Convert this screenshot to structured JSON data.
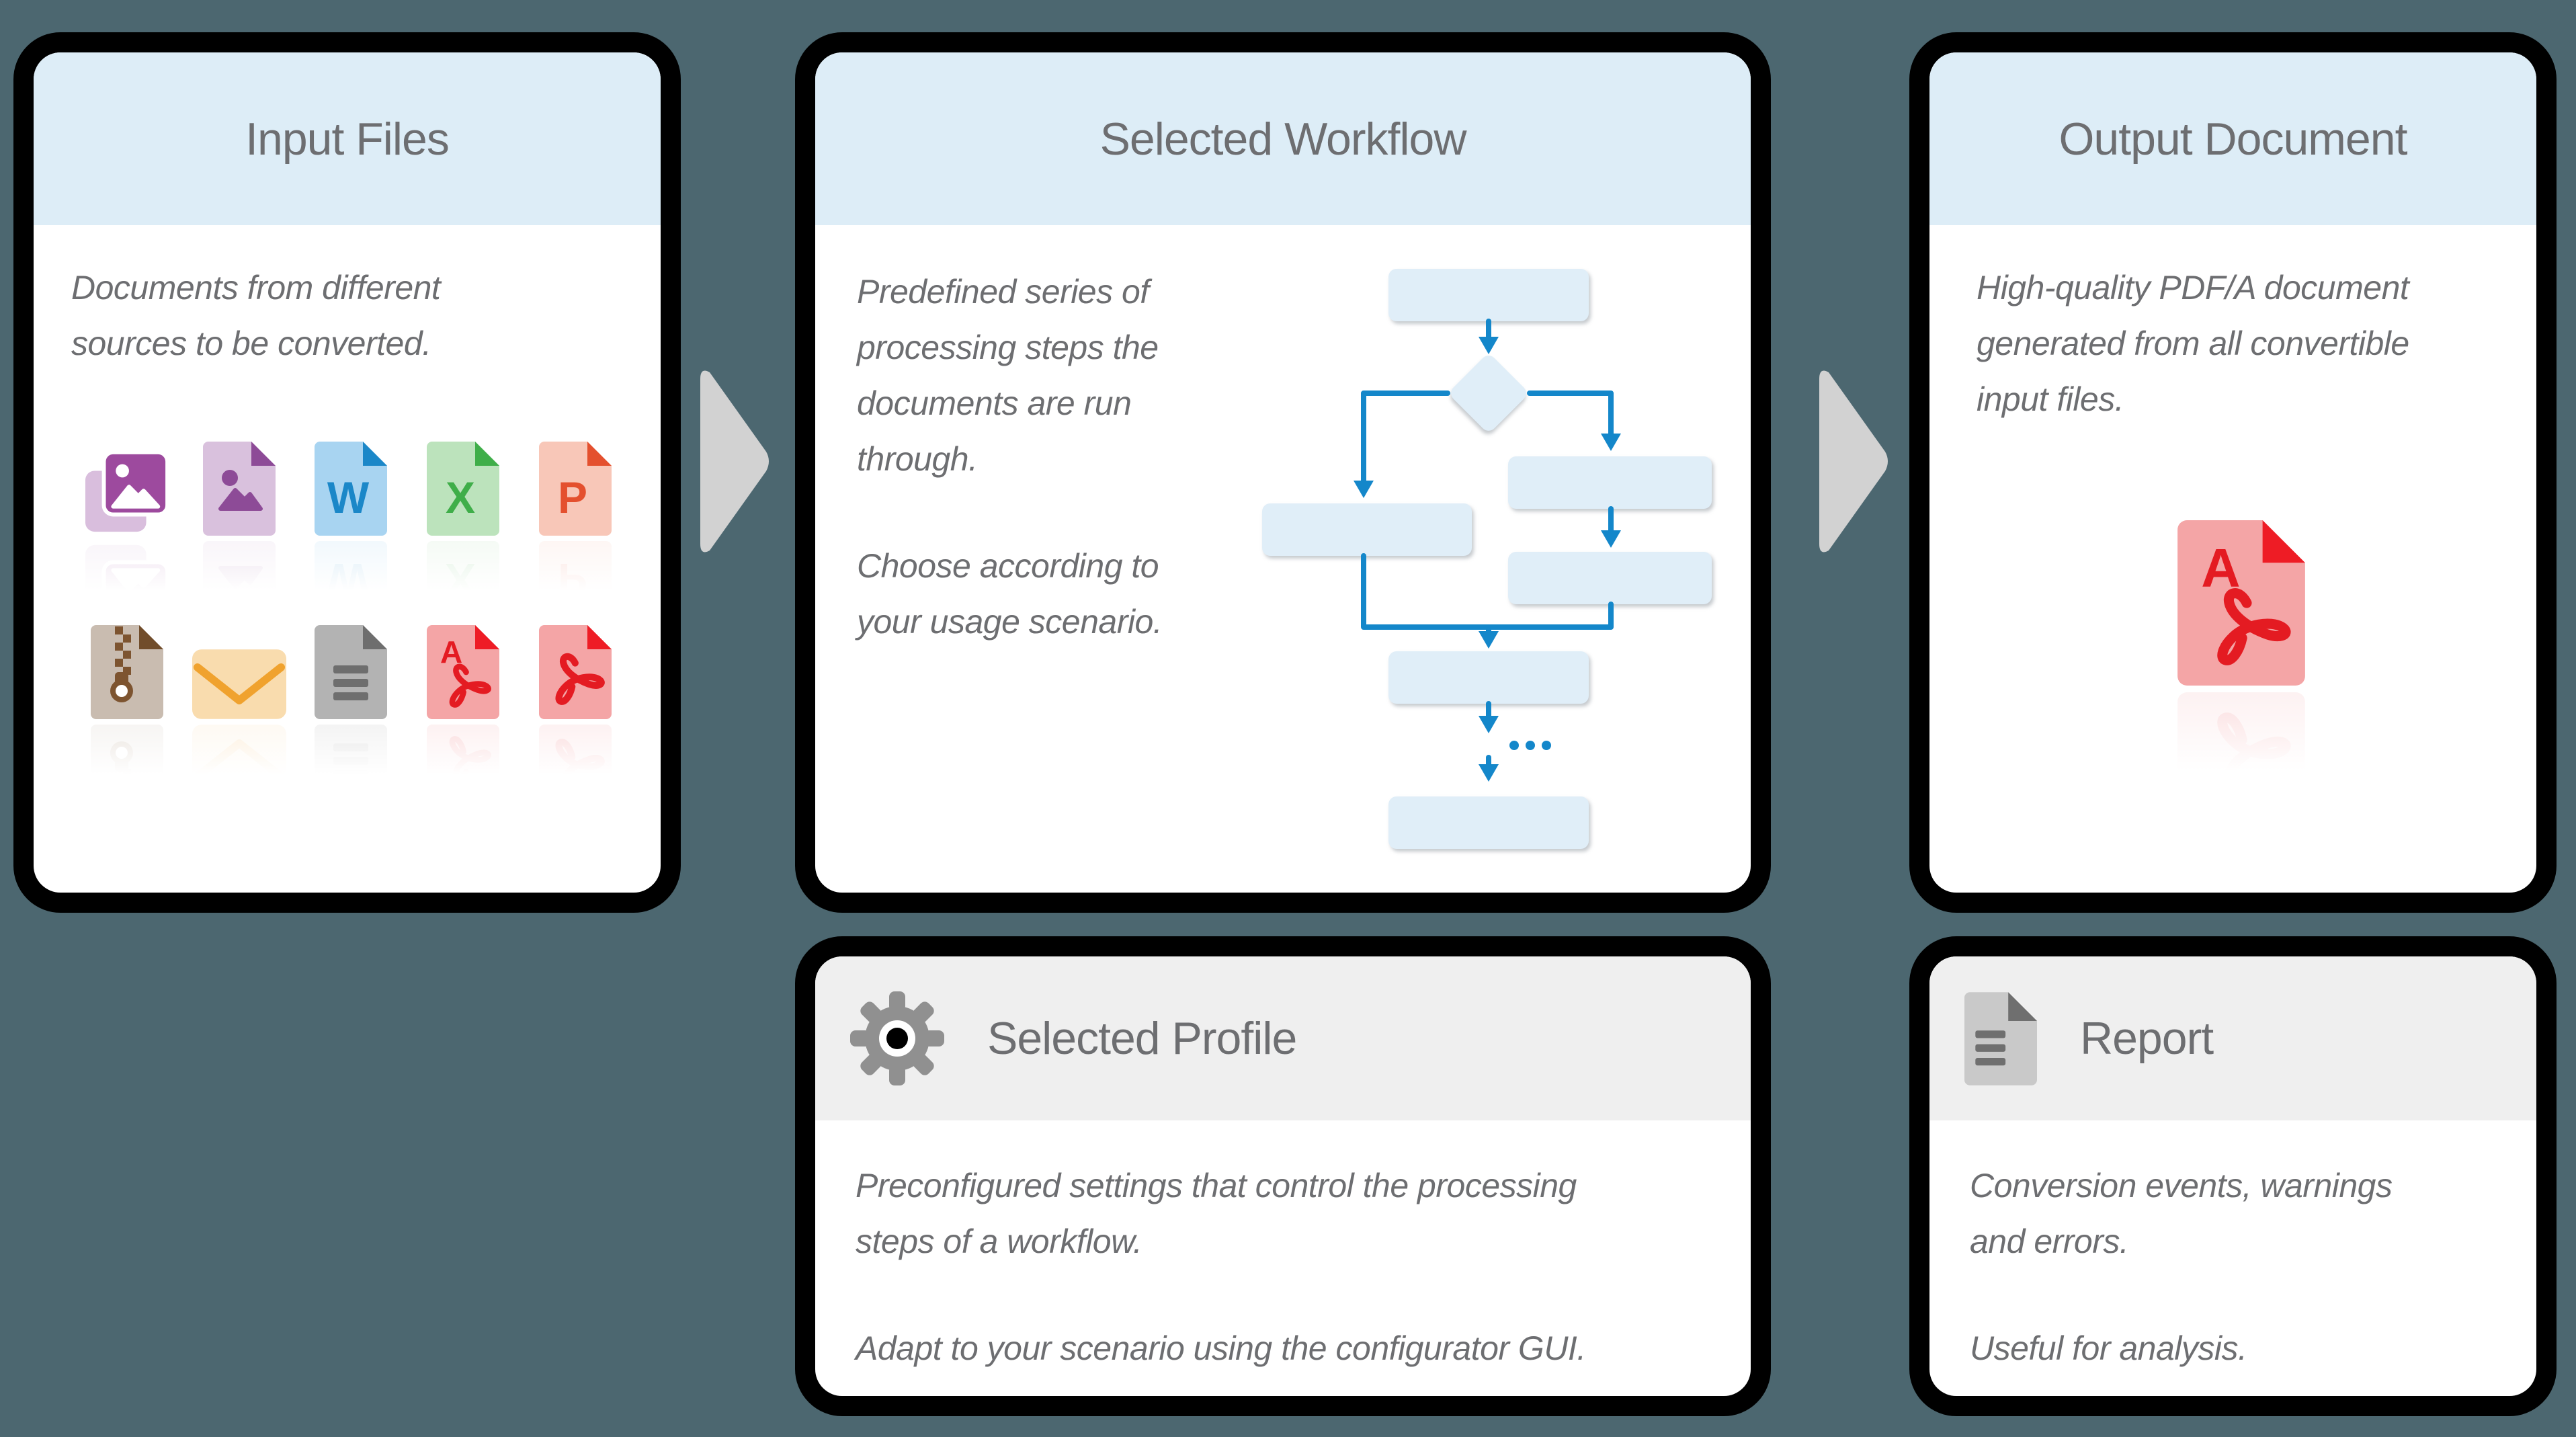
{
  "colors": {
    "background": "#4c6770",
    "panel_border": "#000000",
    "panel_background": "#ffffff",
    "header_blue": "#ddedf7",
    "header_gray": "#efefef",
    "title_text": "#6d6e71",
    "body_text": "#6d6e71",
    "flow_line": "#1487ca",
    "flow_box_fill": "#e0eef8",
    "arrow_gray": "#d2d2d2",
    "icons": {
      "images": {
        "front": "#9d4a9e",
        "back": "#d9bedd",
        "glyph": "#ffffff"
      },
      "image_file": {
        "page": "#d9c1dd",
        "fold": "#8d4b97",
        "glyph": "#8d4b97"
      },
      "word": {
        "page": "#a8d4f1",
        "accent": "#1b87c8"
      },
      "excel": {
        "page": "#bce3bc",
        "accent": "#3fae49"
      },
      "powerpoint": {
        "page": "#f8c7b8",
        "accent": "#e4502e"
      },
      "zip": {
        "page": "#c9bcb0",
        "fold": "#714d2b",
        "glyph": "#7d5430"
      },
      "email": {
        "body": "#f9dcae",
        "flap": "#f0a22e"
      },
      "text_file": {
        "page": "#b3b3b3",
        "accent": "#6e6e6e"
      },
      "pdf": {
        "page": "#f4a5a6",
        "fold": "#ee1c25",
        "glyph": "#e41b22"
      },
      "report": {
        "page": "#c9c9c9",
        "accent": "#6f6f6f"
      },
      "gear": {
        "body": "#909090",
        "ring": "#ffffff",
        "center": "#000000"
      }
    }
  },
  "icon_letters": {
    "word": "W",
    "excel": "X",
    "powerpoint": "P",
    "pdfa": "A"
  },
  "panels": {
    "input": {
      "title": "Input Files",
      "description": "Documents from different\nsources to be converted.",
      "icons": [
        "images-icon",
        "image-file-icon",
        "word-file-icon",
        "excel-file-icon",
        "powerpoint-file-icon",
        "zip-file-icon",
        "email-icon",
        "text-file-icon",
        "pdfa-file-icon",
        "pdf-file-icon"
      ]
    },
    "workflow": {
      "title": "Selected Workflow",
      "paragraph1": "Predefined series of\nprocessing steps the\ndocuments are run\nthrough.",
      "paragraph2": "Choose according to\nyour usage scenario."
    },
    "output": {
      "title": "Output Document",
      "description": "High-quality PDF/A document\ngenerated from all convertible\ninput files.",
      "icon": "pdfa-file-icon"
    },
    "profile": {
      "title": "Selected Profile",
      "icon": "gear-icon",
      "paragraph1": "Preconfigured settings that control the processing\nsteps of a workflow.",
      "paragraph2": "Adapt to your scenario using the configurator GUI."
    },
    "report": {
      "title": "Report",
      "icon": "report-icon",
      "paragraph1": "Conversion events, warnings\nand errors.",
      "paragraph2": "Useful for analysis."
    }
  }
}
